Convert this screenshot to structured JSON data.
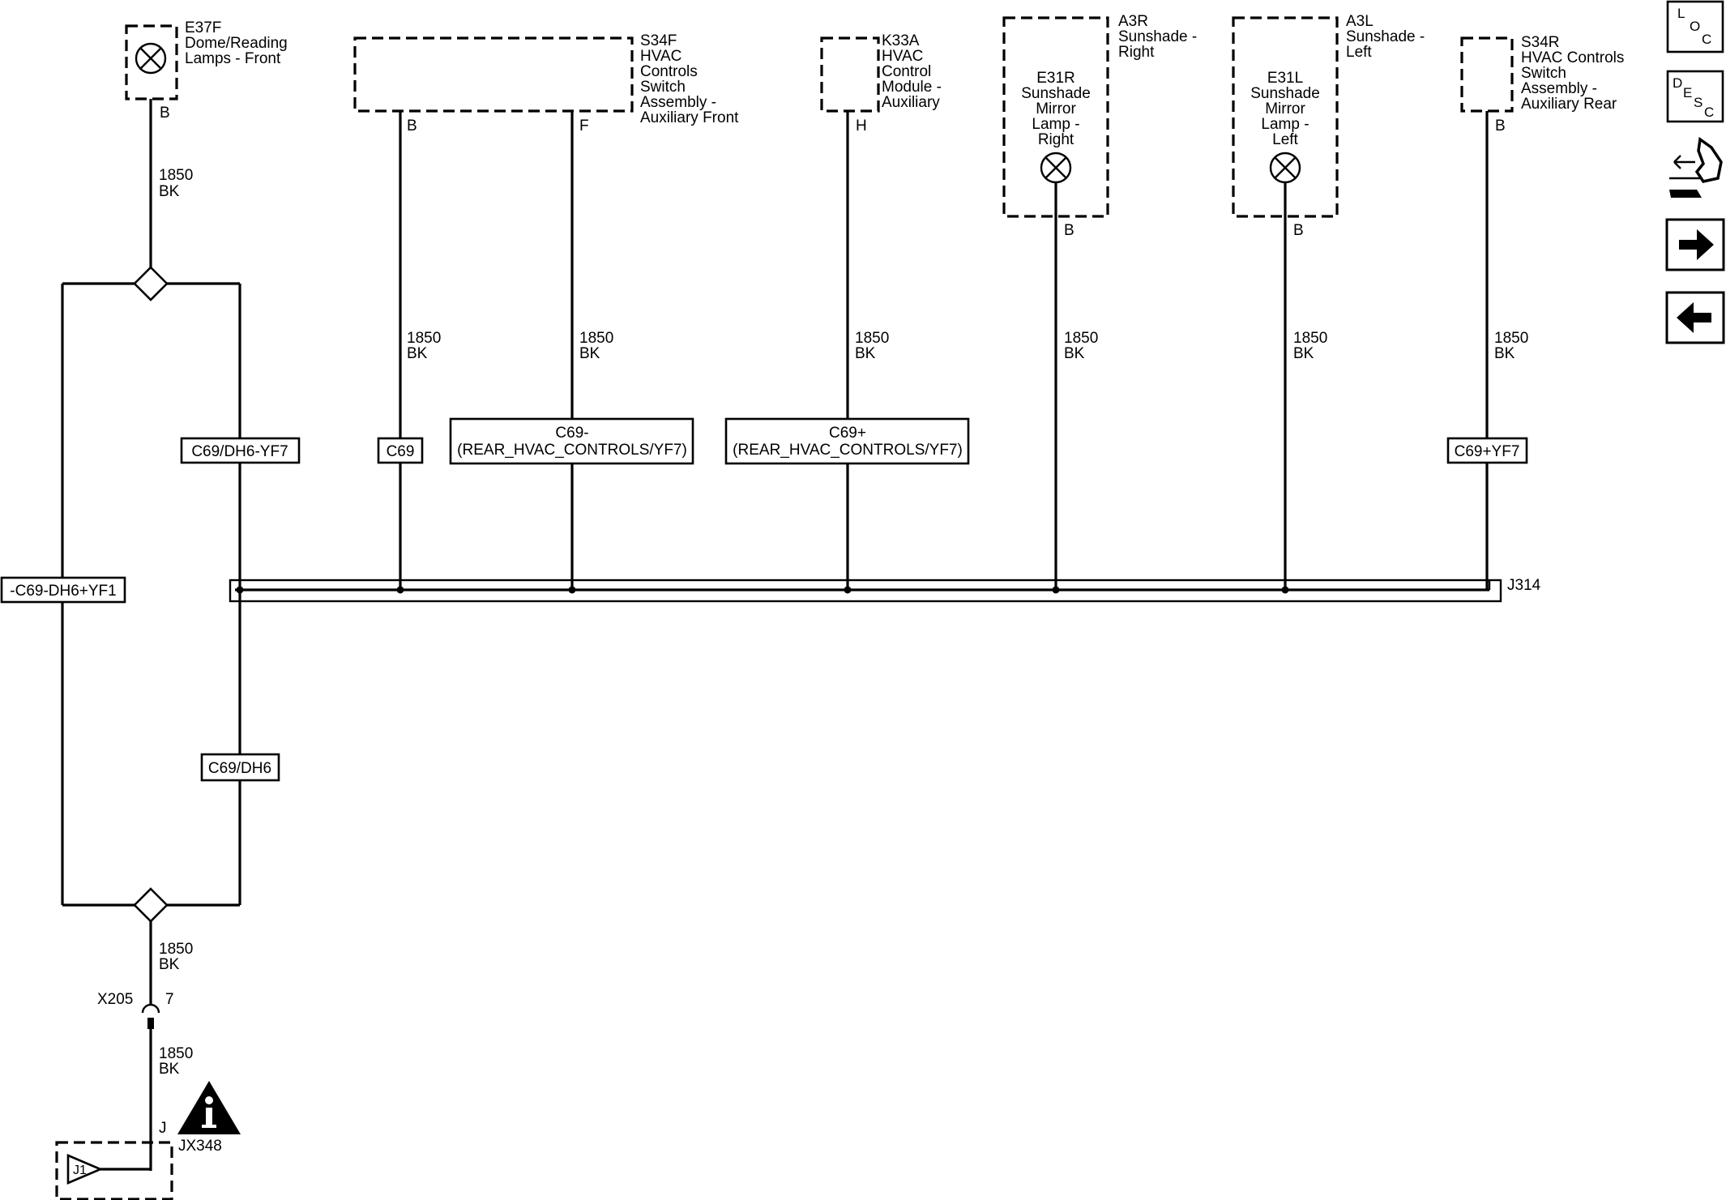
{
  "components": {
    "e37f": {
      "id": "E37F",
      "desc": [
        "Dome/Reading",
        "Lamps - Front"
      ],
      "pin": "B"
    },
    "s34f": {
      "id": "S34F",
      "desc": [
        "HVAC",
        "Controls",
        "Switch",
        "Assembly -",
        "Auxiliary Front"
      ],
      "pin_b": "B",
      "pin_f": "F"
    },
    "k33a": {
      "id": "K33A",
      "desc": [
        "HVAC",
        "Control",
        "Module -",
        "Auxiliary"
      ],
      "pin": "H"
    },
    "a3r": {
      "id": "A3R",
      "desc": [
        "Sunshade -",
        "Right"
      ]
    },
    "e31r": {
      "lines": [
        "E31R",
        "Sunshade",
        "Mirror",
        "Lamp -",
        "Right"
      ],
      "pin": "B"
    },
    "a3l": {
      "id": "A3L",
      "desc": [
        "Sunshade -",
        "Left"
      ]
    },
    "e31l": {
      "lines": [
        "E31L",
        "Sunshade",
        "Mirror",
        "Lamp -",
        "Left"
      ],
      "pin": "B"
    },
    "s34r": {
      "id": "S34R",
      "desc": [
        "HVAC Controls",
        "Switch",
        "Assembly -",
        "Auxiliary Rear"
      ],
      "pin": "B"
    },
    "jx348": {
      "id": "JX348",
      "pin": "J",
      "symbol": "J1"
    }
  },
  "wire": {
    "gauge": "1850",
    "color": "BK"
  },
  "option_labels": {
    "c69_dh6_yf7": "C69/DH6-YF7",
    "c69": "C69",
    "c69_minus": [
      "C69-",
      "(REAR_HVAC_CONTROLS/YF7)"
    ],
    "c69_plus": [
      "C69+",
      "(REAR_HVAC_CONTROLS/YF7)"
    ],
    "c69_plus_yf7": "C69+YF7",
    "c69_dh6_yf1": "-C69-DH6+YF1",
    "c69_dh6": "C69/DH6"
  },
  "splice": {
    "id": "J314"
  },
  "connector": {
    "id": "X205",
    "pin": "7"
  },
  "nav": {
    "loc": [
      "L",
      "O",
      "C"
    ],
    "desc": [
      "D",
      "E",
      "S",
      "C"
    ],
    "icons": [
      "connector-tool-icon",
      "arrow-right-icon",
      "arrow-left-icon",
      "info-warning-icon"
    ]
  }
}
